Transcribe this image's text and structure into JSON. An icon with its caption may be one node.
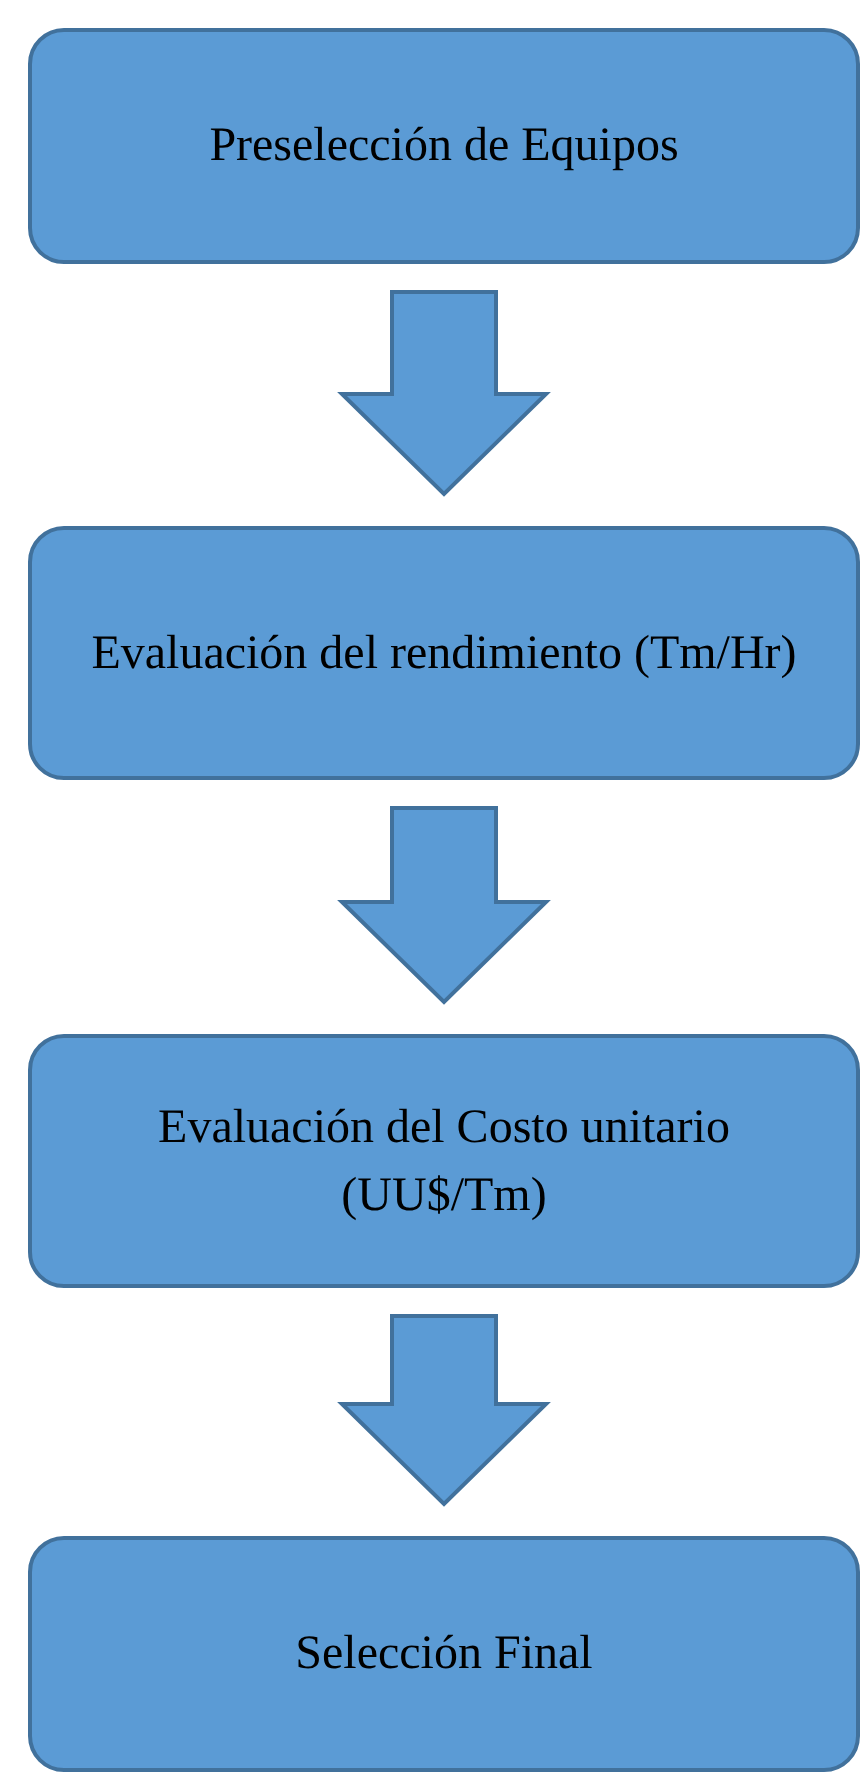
{
  "diagram": {
    "nodes": [
      {
        "text": [
          "Preselección de Equipos"
        ]
      },
      {
        "text": [
          "Evaluación del rendimiento (Tm/Hr)"
        ]
      },
      {
        "text": [
          "Evaluación del Costo unitario (UU$/Tm)"
        ]
      },
      {
        "text": [
          "Selección Final"
        ]
      }
    ],
    "edges": [
      {
        "from": 0,
        "to": 1,
        "arrow": "to"
      },
      {
        "from": 1,
        "to": 2,
        "arrow": "to"
      },
      {
        "from": 2,
        "to": 3,
        "arrow": "to"
      }
    ]
  }
}
